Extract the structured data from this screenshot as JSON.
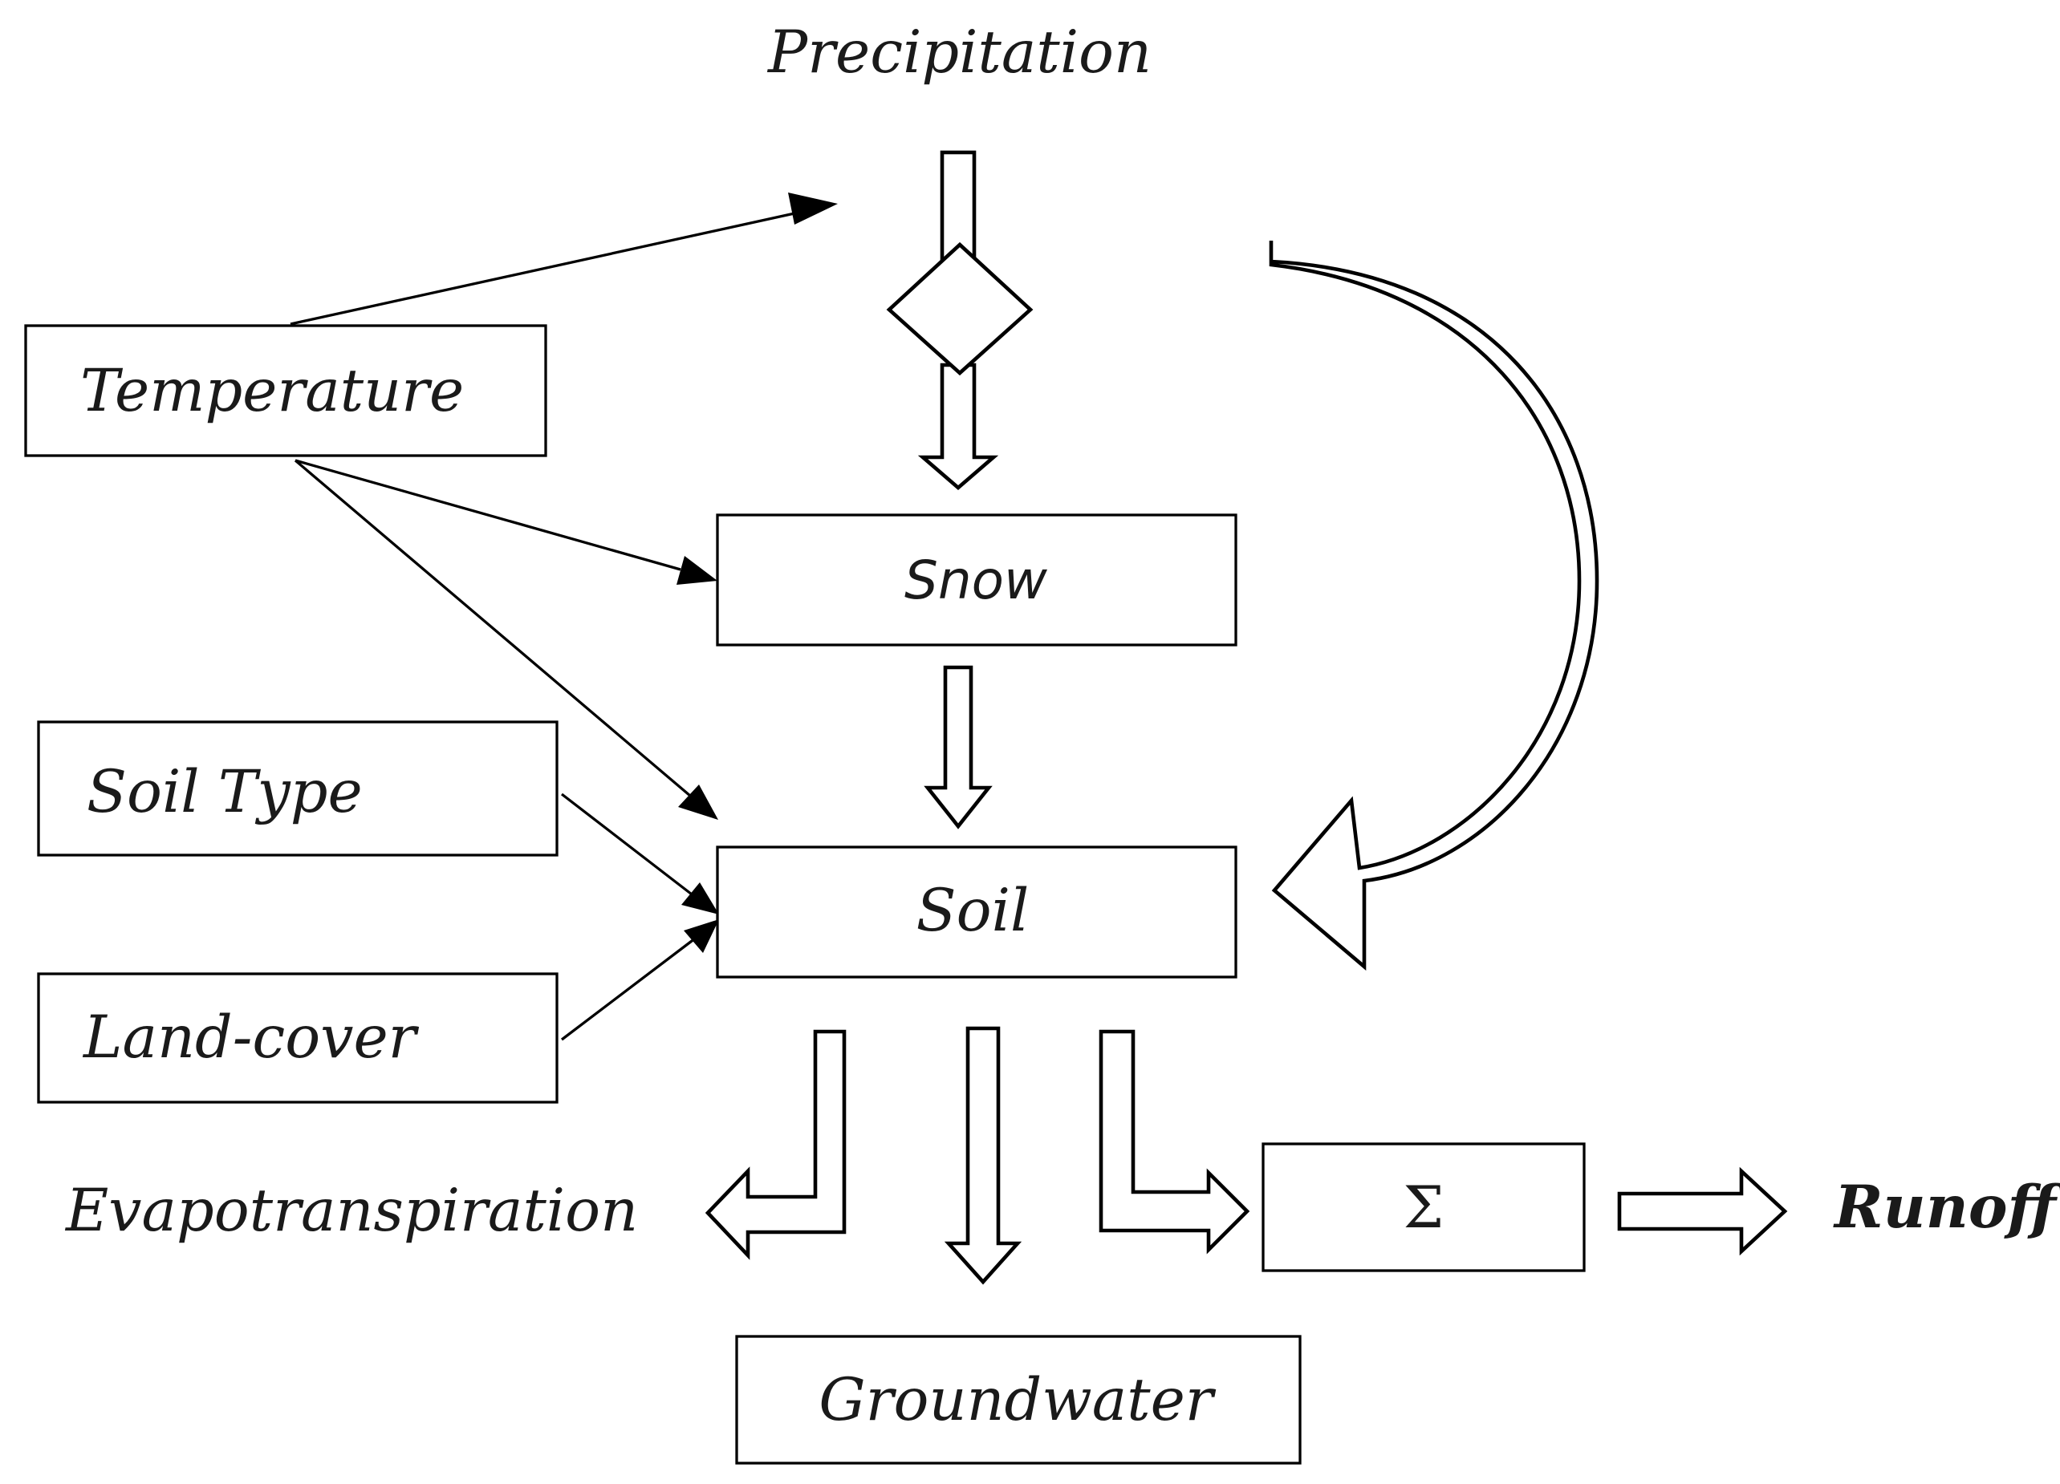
{
  "diagram": {
    "nodes": {
      "precipitation": "Precipitation",
      "temperature": "Temperature",
      "snow": "Snow",
      "soil_type": "Soil Type",
      "soil": "Soil",
      "land_cover": "Land-cover",
      "evapotranspiration": "Evapotranspiration",
      "sum": "Σ",
      "runoff": "Runoff",
      "groundwater": "Groundwater"
    },
    "edges": [
      {
        "from": "temperature",
        "to": "precipitation",
        "style": "thin-arrow"
      },
      {
        "from": "temperature",
        "to": "snow",
        "style": "thin-arrow"
      },
      {
        "from": "temperature",
        "to": "soil",
        "style": "thin-arrow"
      },
      {
        "from": "soil_type",
        "to": "soil",
        "style": "thin-arrow"
      },
      {
        "from": "land_cover",
        "to": "soil",
        "style": "thin-arrow"
      },
      {
        "from": "precipitation",
        "to": "snow",
        "style": "hollow-arrow",
        "via": "diamond-decision"
      },
      {
        "from": "precipitation",
        "to": "soil",
        "style": "hollow-curved-arrow"
      },
      {
        "from": "snow",
        "to": "soil",
        "style": "hollow-arrow"
      },
      {
        "from": "soil",
        "to": "evapotranspiration",
        "style": "hollow-elbow-arrow"
      },
      {
        "from": "soil",
        "to": "groundwater",
        "style": "hollow-arrow"
      },
      {
        "from": "soil",
        "to": "sum",
        "style": "hollow-elbow-arrow"
      },
      {
        "from": "sum",
        "to": "runoff",
        "style": "hollow-arrow"
      }
    ]
  },
  "colors": {
    "stroke": "#000000",
    "fill": "#ffffff",
    "text": "#1a1a1a"
  }
}
